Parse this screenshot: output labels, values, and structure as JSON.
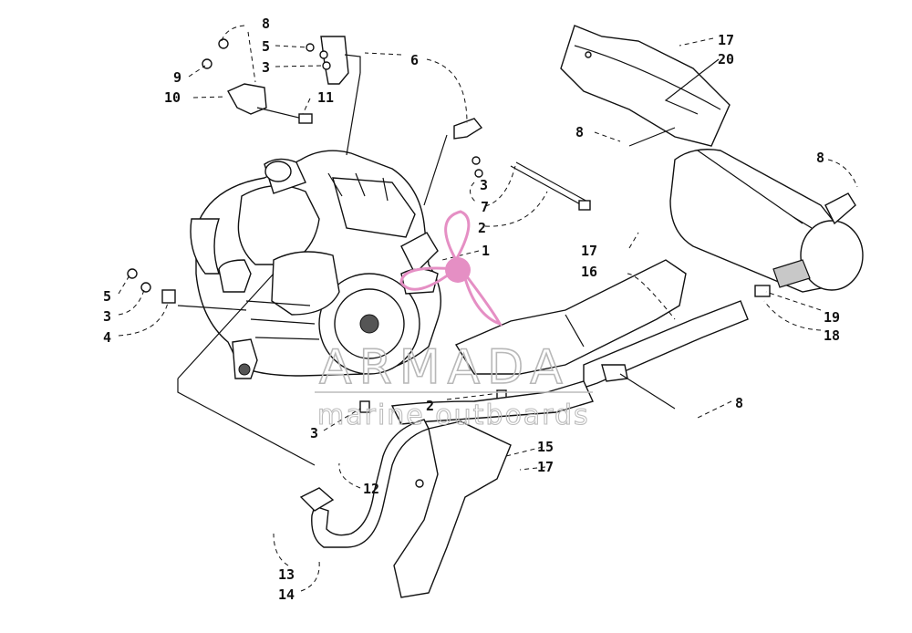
{
  "watermark": {
    "brand": "ARMADA",
    "tagline": "marine outboards",
    "logo_color": "#e58fc4",
    "text_color": "#b8b8b8"
  },
  "callouts": {
    "c8_top": "8",
    "c5_top": "5",
    "c3_top": "3",
    "c9": "9",
    "c10": "10",
    "c11": "11",
    "c6": "6",
    "c3_mid": "3",
    "c7": "7",
    "c2_mid": "2",
    "c1": "1",
    "c5_left": "5",
    "c3_left": "3",
    "c4": "4",
    "c2_low": "2",
    "c3_low": "3",
    "c12": "12",
    "c13": "13",
    "c14": "14",
    "c15": "15",
    "c17_low": "17",
    "c8_right_low": "8",
    "c17_mid": "17",
    "c16": "16",
    "c17_top": "17",
    "c20": "20",
    "c8_shield": "8",
    "c8_muffler": "8",
    "c19": "19",
    "c18": "18"
  }
}
